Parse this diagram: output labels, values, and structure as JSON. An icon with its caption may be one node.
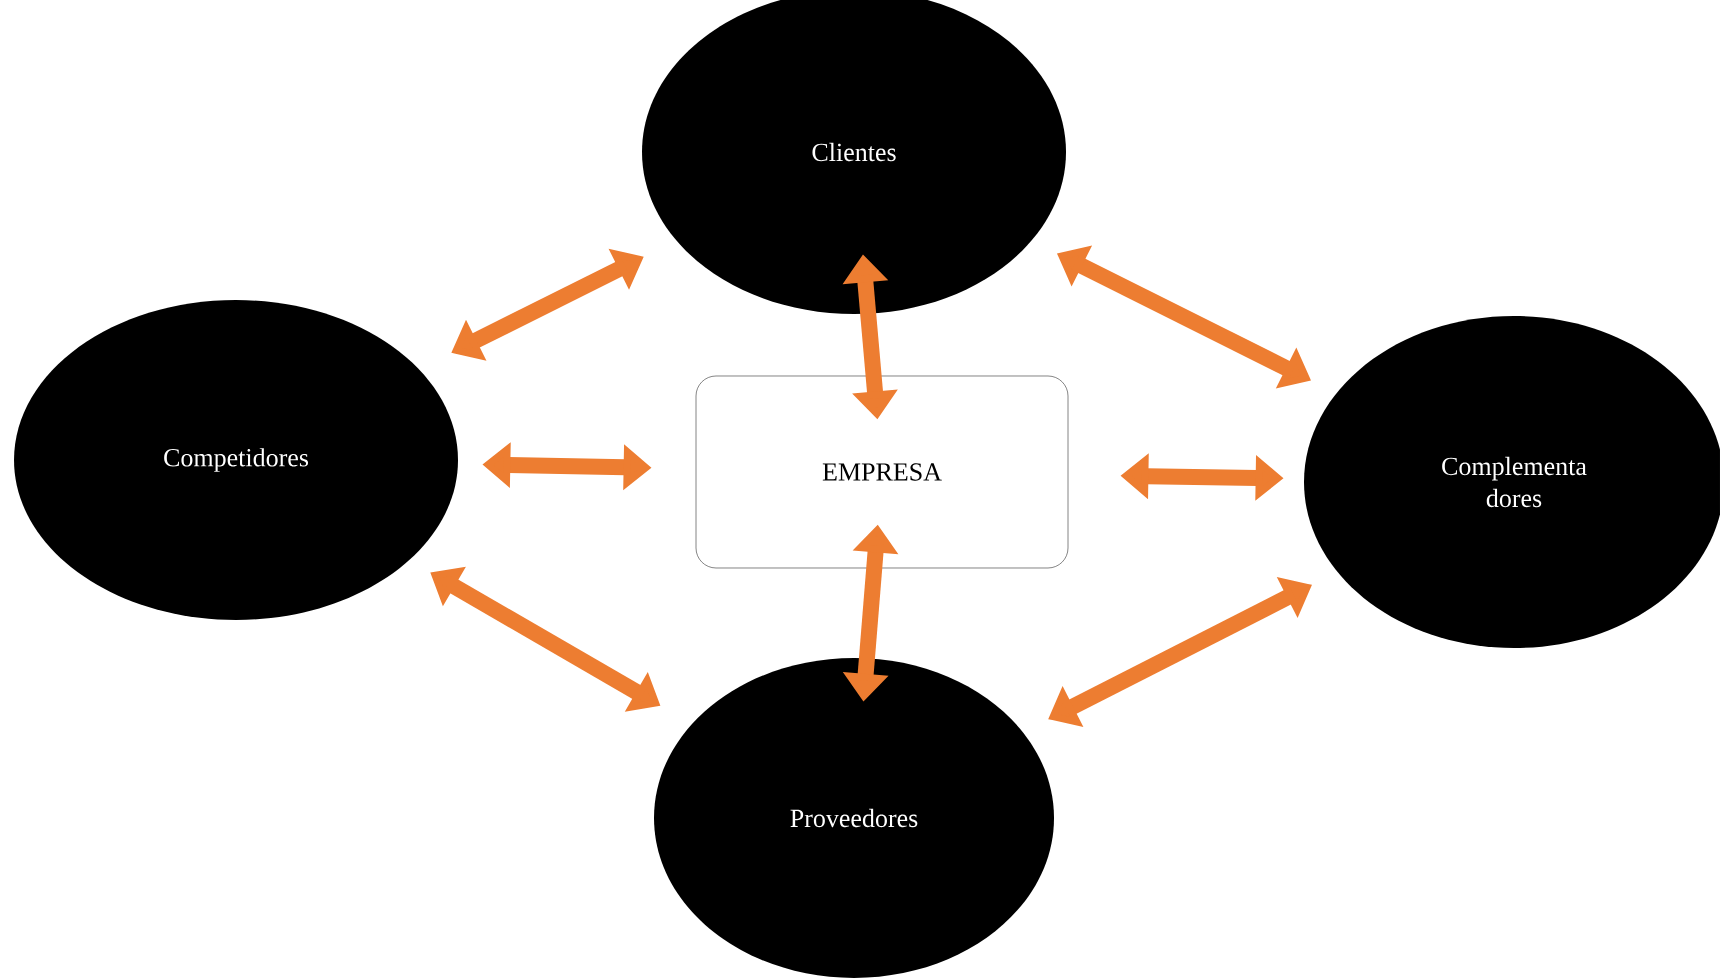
{
  "diagram": {
    "nodes": [
      {
        "text": [
          "Clientes"
        ]
      },
      {
        "text": [
          "Competidores"
        ]
      },
      {
        "text": [
          "EMPRESA"
        ]
      },
      {
        "text": [
          "Complementa dores"
        ]
      },
      {
        "text": [
          "Proveedores"
        ]
      }
    ],
    "edges": [
      {
        "from": 1,
        "to": 0,
        "arrow": "both"
      },
      {
        "from": 0,
        "to": 3,
        "arrow": "both"
      },
      {
        "from": 0,
        "to": 2,
        "arrow": "both"
      },
      {
        "from": 1,
        "to": 2,
        "arrow": "both"
      },
      {
        "from": 2,
        "to": 3,
        "arrow": "both"
      },
      {
        "from": 2,
        "to": 4,
        "arrow": "both"
      },
      {
        "from": 1,
        "to": 4,
        "arrow": "both"
      },
      {
        "from": 4,
        "to": 3,
        "arrow": "both"
      }
    ]
  }
}
